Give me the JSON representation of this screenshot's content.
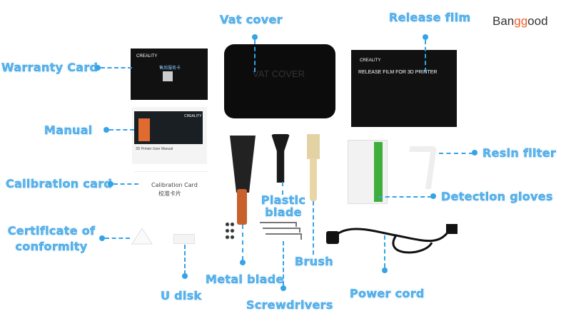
{
  "brand": {
    "pre": "Ban",
    "accent": "gg",
    "post": "ood"
  },
  "labels": {
    "vat_cover": "Vat cover",
    "release_film": "Release film",
    "warranty_card": "Warranty Card",
    "manual": "Manual",
    "resin_filter": "Resin filter",
    "calibration_card": "Calibration card",
    "detection_gloves": "Detection gloves",
    "plastic_blade": "Plastic blade",
    "certificate": "Certificate of conformity",
    "brush": "Brush",
    "metal_blade": "Metal blade",
    "u_disk": "U disk",
    "power_cord": "Power cord",
    "screwdrivers": "Screwdrivers"
  },
  "items": {
    "warranty_brand": "CREALITY",
    "warranty_title": "售后服务卡",
    "vat_text": "VAT COVER",
    "film_brand": "CREALITY",
    "film_title": "RELEASE FILM FOR 3D PRINTER",
    "manual_brand": "CREALITY",
    "manual_title": "3D Printer User Manual",
    "cal_title": "Calibration Card",
    "cal_sub": "校准卡片"
  },
  "colors": {
    "label": "#5ab6ee",
    "line": "#35a3e8",
    "accent": "#e8612c"
  }
}
